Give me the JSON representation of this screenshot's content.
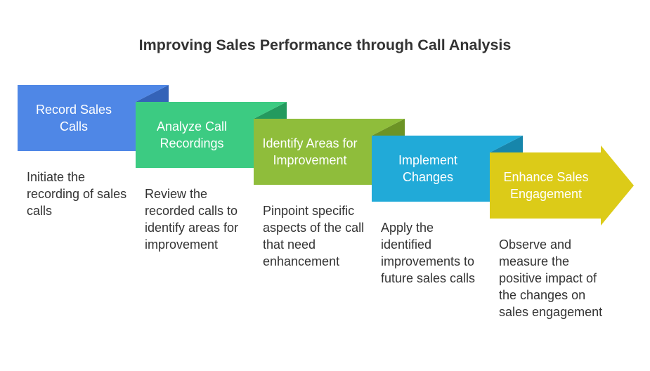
{
  "title": "Improving Sales Performance through Call Analysis",
  "steps": [
    {
      "label": "Record Sales Calls",
      "description": "Initiate the recording of sales calls",
      "color": "#4f87e6",
      "fold_color": "#3463b8"
    },
    {
      "label": "Analyze Call Recordings",
      "description": "Review the recorded calls to identify areas for improvement",
      "color": "#3ccb82",
      "fold_color": "#249a5e"
    },
    {
      "label": "Identify Areas for Improvement",
      "description": "Pinpoint specific aspects of the call that need enhancement",
      "color": "#8fbd3b",
      "fold_color": "#6c9325"
    },
    {
      "label": "Implement Changes",
      "description": "Apply the identified improvements to future sales calls",
      "color": "#21aad8",
      "fold_color": "#1786ab"
    },
    {
      "label": "Enhance Sales Engagement",
      "description": "Observe and measure the positive impact of the changes on sales engagement",
      "color": "#dccb18",
      "fold_color": "#aa9c0c"
    }
  ]
}
